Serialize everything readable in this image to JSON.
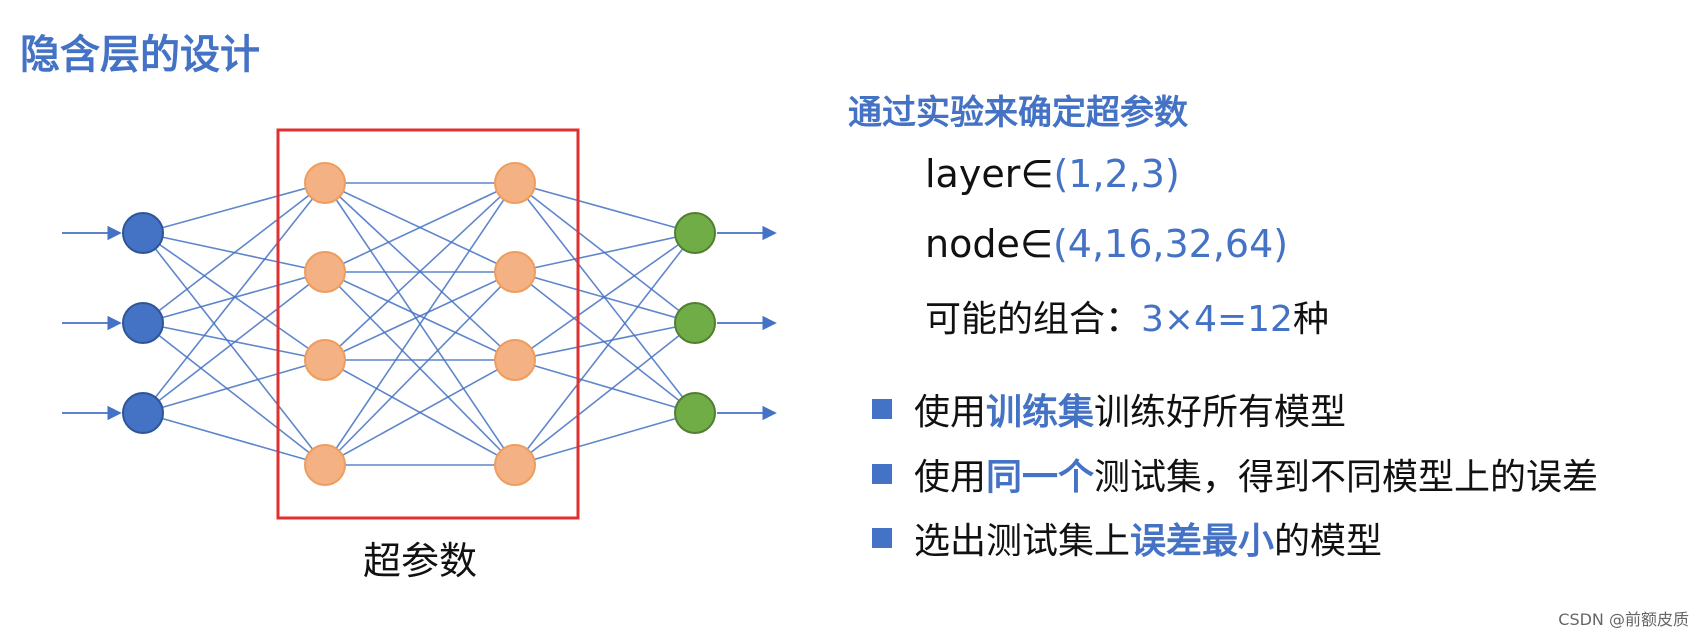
{
  "title": "隐含层的设计",
  "diagram": {
    "hyperparam_label": "超参数",
    "colors": {
      "input": "#4472C4",
      "hidden": "#F4B183",
      "hidden_stroke": "#ED9D5E",
      "output": "#70AD47",
      "edge": "#4472C4",
      "box": "#E03030"
    },
    "layers": [
      {
        "role": "input",
        "count": 3
      },
      {
        "role": "hidden",
        "count": 4
      },
      {
        "role": "hidden",
        "count": 4
      },
      {
        "role": "output",
        "count": 3
      }
    ]
  },
  "experiment": {
    "heading": "通过实验来确定超参数",
    "layer": {
      "name": "layer",
      "symbol": "∈",
      "set": "(1,2,3)"
    },
    "node": {
      "name": "node",
      "symbol": "∈",
      "set": "(4,16,32,64)"
    },
    "combos": {
      "label": "可能的组合：",
      "value": "3×4=12",
      "suffix": "种"
    }
  },
  "bullets": [
    {
      "pre": "使用",
      "hl": "训练集",
      "post": "训练好所有模型"
    },
    {
      "pre": "使用",
      "hl": "同一个",
      "post": "测试集，得到不同模型上的误差"
    },
    {
      "pre": "选出测试集上",
      "hl": "误差最小",
      "post": "的模型"
    }
  ],
  "watermark": "CSDN @前额皮质"
}
